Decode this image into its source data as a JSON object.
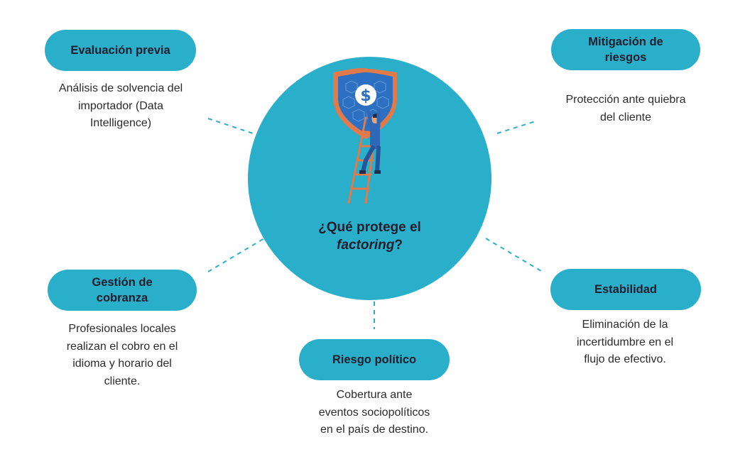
{
  "center": {
    "title_prefix": "¿Qué protege el",
    "title_emphasis": "factoring",
    "title_suffix": "?",
    "illustration": "person-on-ladder-with-dollar-shield-icon"
  },
  "colors": {
    "accent": "#2aafcb",
    "text_dark": "#1d1d2b",
    "body_text": "#2b2b2b",
    "shield_orange": "#e07a4a",
    "shield_blue": "#2d6fc0"
  },
  "nodes": {
    "evaluacion": {
      "label": "Evaluación previa",
      "description_lines": [
        "Análisis de solvencia del",
        "importador (Data",
        "Intelligence)"
      ]
    },
    "mitigacion": {
      "label_lines": [
        "Mitigación de",
        "riesgos"
      ],
      "description_lines": [
        "Protección ante quiebra",
        "del cliente"
      ]
    },
    "gestion": {
      "label_lines": [
        "Gestión de",
        "cobranza"
      ],
      "description_lines": [
        "Profesionales locales",
        "realizan el cobro en el",
        "idioma y horario del",
        "cliente."
      ]
    },
    "estabilidad": {
      "label": "Estabilidad",
      "description_lines": [
        "Eliminación de la",
        "incertidumbre en el",
        "flujo de efectivo."
      ]
    },
    "riesgo_politico": {
      "label": "Riesgo político",
      "description_lines": [
        "Cobertura ante",
        "eventos sociopolíticos",
        "en el país de destino."
      ]
    }
  }
}
